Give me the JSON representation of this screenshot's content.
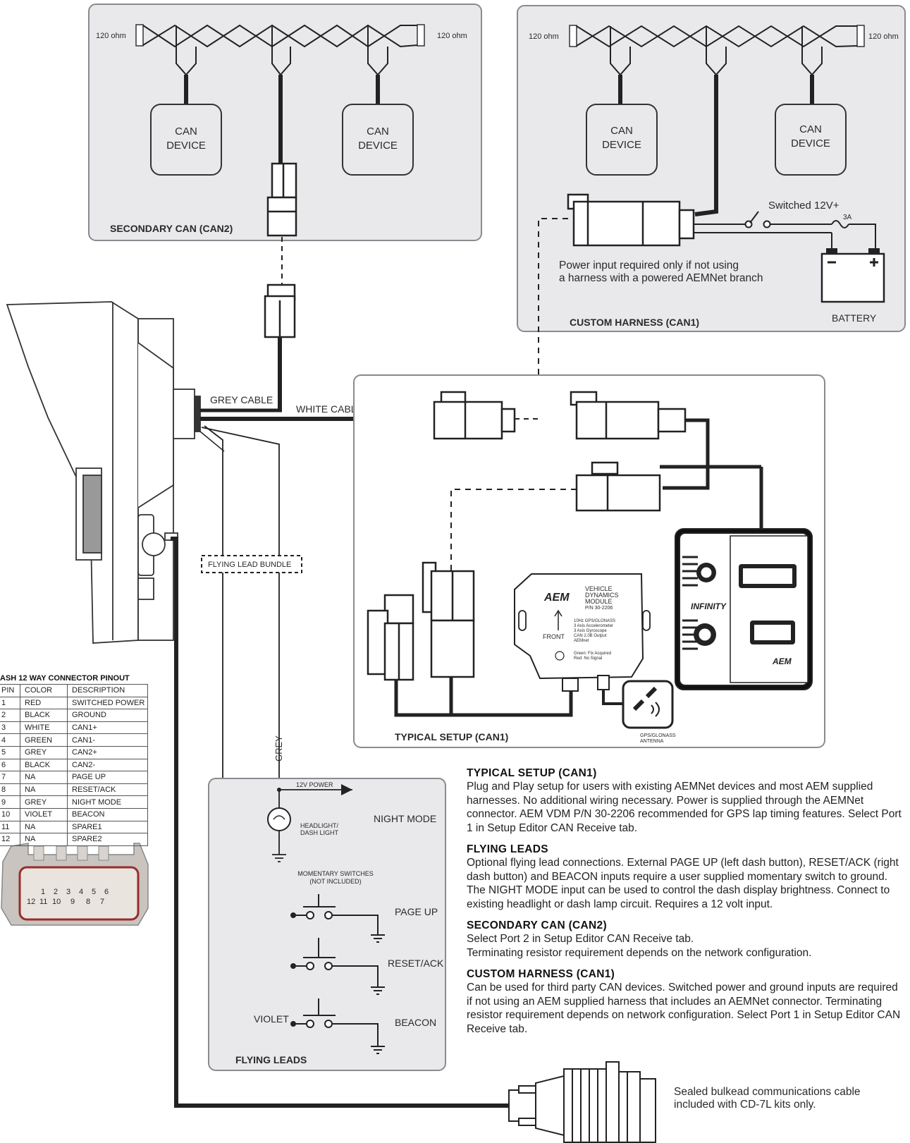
{
  "secondary_can": {
    "title": "SECONDARY CAN (CAN2)",
    "resistor_left": "120 ohm",
    "resistor_right": "120 ohm",
    "device_1": [
      "CAN",
      "DEVICE"
    ],
    "device_2": [
      "CAN",
      "DEVICE"
    ]
  },
  "custom_harness": {
    "title": "CUSTOM HARNESS (CAN1)",
    "resistor_left": "120 ohm",
    "resistor_right": "120 ohm",
    "device_1": [
      "CAN",
      "DEVICE"
    ],
    "device_2": [
      "CAN",
      "DEVICE"
    ],
    "switched": "Switched 12V+",
    "fuse": "3A",
    "power_note_1": "Power input required only if not using",
    "power_note_2": "a harness with a powered AEMNet branch",
    "battery": "BATTERY"
  },
  "cables": {
    "grey": "GREY CABLE",
    "white": "WHITE CABLE",
    "flying_bundle": "FLYING LEAD BUNDLE",
    "grey_vertical": "GREY"
  },
  "typical_setup": {
    "title": "TYPICAL SETUP (CAN1)",
    "vdm_lines": [
      "VEHICLE",
      "DYNAMICS",
      "MODULE",
      "P/N 30-2206"
    ],
    "vdm_specs": [
      "10Hz GPS/GLONASS",
      "3 Axis Accelerometer",
      "3 Axis Gyroscope",
      "CAN 2.0B Output",
      "AEMnet"
    ],
    "vdm_front": "FRONT",
    "vdm_status": [
      "Green: Fix Acquired",
      "Red: No Signal"
    ],
    "aem_logo": "AEM",
    "infinity": "INFINITY",
    "antenna": [
      "GPS/GLONASS",
      "ANTENNA"
    ]
  },
  "flying_leads": {
    "title": "FLYING LEADS",
    "power": "12V POWER",
    "lamp": [
      "HEADLIGHT/",
      "DASH LIGHT"
    ],
    "night_mode": "NIGHT MODE",
    "switches_note": [
      "MOMENTARY SWITCHES",
      "(NOT INCLUDED)"
    ],
    "page_up": "PAGE UP",
    "reset_ack": "RESET/ACK",
    "beacon": "BEACON",
    "violet": "VIOLET"
  },
  "pinout": {
    "title": "ASH 12 WAY CONNECTOR PINOUT",
    "headers": [
      "PIN",
      "COLOR",
      "DESCRIPTION"
    ],
    "rows": [
      [
        "1",
        "RED",
        "SWITCHED POWER"
      ],
      [
        "2",
        "BLACK",
        "GROUND"
      ],
      [
        "3",
        "WHITE",
        "CAN1+"
      ],
      [
        "4",
        "GREEN",
        "CAN1-"
      ],
      [
        "5",
        "GREY",
        "CAN2+"
      ],
      [
        "6",
        "BLACK",
        "CAN2-"
      ],
      [
        "7",
        "NA",
        "PAGE UP"
      ],
      [
        "8",
        "NA",
        "RESET/ACK"
      ],
      [
        "9",
        "GREY",
        "NIGHT MODE"
      ],
      [
        "10",
        "VIOLET",
        "BEACON"
      ],
      [
        "11",
        "NA",
        "SPARE1"
      ],
      [
        "12",
        "NA",
        "SPARE2"
      ]
    ],
    "connector_top": [
      "1",
      "2",
      "3",
      "4",
      "5",
      "6"
    ],
    "connector_bottom": [
      "12",
      "11",
      "10",
      "9",
      "8",
      "7"
    ]
  },
  "notes": [
    {
      "heading": "TYPICAL SETUP (CAN1)",
      "body": "Plug and Play setup for users with existing AEMNet devices and most AEM supplied harnesses.  No additional wiring necessary.  Power is supplied through the AEMNet connector.  AEM VDM P/N 30-2206 recommended for GPS lap timing features.  Select Port 1 in Setup Editor CAN Receive tab."
    },
    {
      "heading": "FLYING LEADS",
      "body": "Optional flying lead connections.  External PAGE UP (left dash button), RESET/ACK (right dash button) and BEACON inputs require a user supplied momentary switch to ground.  The NIGHT MODE input can be used to control the dash display brightness.  Connect to existing headlight or dash lamp circuit.  Requires a 12 volt input."
    },
    {
      "heading": "SECONDARY CAN (CAN2)",
      "body": "Select Port 2 in Setup Editor CAN Receive tab.\nTerminating resistor requirement depends on the network configuration."
    },
    {
      "heading": "CUSTOM HARNESS (CAN1)",
      "body": "Can be used for third party CAN devices.  Switched power and ground inputs are required if not using an AEM supplied harness that includes an AEMNet connector.  Terminating resistor requirement depends on network configuration.  Select Port 1 in Setup Editor CAN Receive tab."
    }
  ],
  "bulkhead_note": [
    "Sealed bulkead communications cable",
    "included with CD-7L kits only."
  ]
}
